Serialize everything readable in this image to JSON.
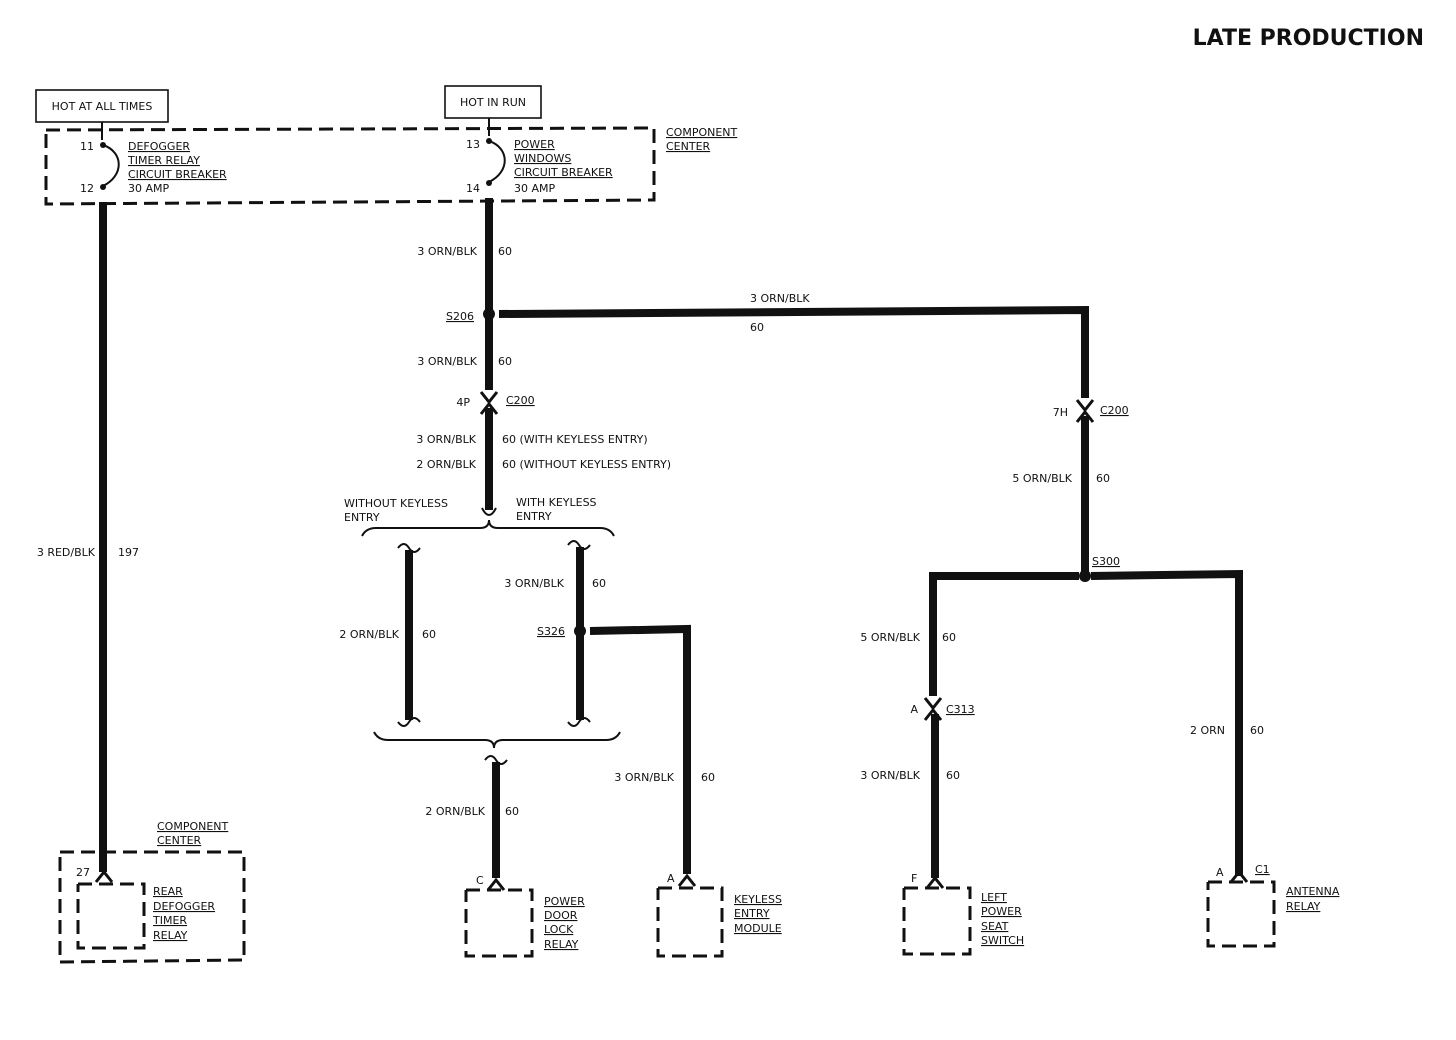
{
  "title": "LATE PRODUCTION",
  "sources": {
    "hot_at_all_times": "HOT AT ALL TIMES",
    "hot_in_run": "HOT IN RUN"
  },
  "component_center_top": {
    "label_line1": "COMPONENT",
    "label_line2": "CENTER",
    "breaker_defogger": {
      "pin_in": "11",
      "pin_out": "12",
      "lines": [
        "DEFOGGER",
        "TIMER RELAY",
        "CIRCUIT BREAKER",
        "30 AMP"
      ]
    },
    "breaker_power_windows": {
      "pin_in": "13",
      "pin_out": "14",
      "lines": [
        "POWER",
        "WINDOWS",
        "CIRCUIT BREAKER",
        "30 AMP"
      ]
    }
  },
  "wires": {
    "w_defog_gauge": "3 RED/BLK",
    "w_defog_circuit": "197",
    "w_cb_c200_gauge_a": "3 ORN/BLK",
    "w_cb_c200_circuit_a": "60",
    "w_s206_right_gauge": "3 ORN/BLK",
    "w_s206_right_circuit": "60",
    "w_s206_down_gauge": "3 ORN/BLK",
    "w_s206_down_circuit": "60",
    "w_c200_keyless_gauge": "3 ORN/BLK",
    "w_c200_keyless_circuit": "60 (WITH KEYLESS ENTRY)",
    "w_c200_nokeyless_gauge": "2 ORN/BLK",
    "w_c200_nokeyless_circuit": "60 (WITHOUT KEYLESS ENTRY)",
    "w_without_branch_gauge": "2 ORN/BLK",
    "w_without_branch_circuit": "60",
    "w_with_branch_gauge": "3 ORN/BLK",
    "w_with_branch_circuit": "60",
    "w_to_doorlock_gauge": "2 ORN/BLK",
    "w_to_doorlock_circuit": "60",
    "w_to_keyless_gauge": "3 ORN/BLK",
    "w_to_keyless_circuit": "60",
    "w_c200_right_gauge": "5 ORN/BLK",
    "w_c200_right_circuit": "60",
    "w_s300_left_gauge": "5 ORN/BLK",
    "w_s300_left_circuit": "60",
    "w_c313_seat_gauge": "3 ORN/BLK",
    "w_c313_seat_circuit": "60",
    "w_antenna_gauge": "2 ORN",
    "w_antenna_circuit": "60"
  },
  "splices": {
    "s206": "S206",
    "s326": "S326",
    "s300": "S300"
  },
  "connectors": {
    "c200_left_pin": "4P",
    "c200_left_name": "C200",
    "c200_right_pin": "7H",
    "c200_right_name": "C200",
    "c313_pin": "A",
    "c313_name": "C313"
  },
  "options": {
    "without_keyless_line1": "WITHOUT KEYLESS",
    "without_keyless_line2": "ENTRY",
    "with_keyless_line1": "WITH KEYLESS",
    "with_keyless_line2": "ENTRY"
  },
  "components": {
    "component_center_bottom_line1": "COMPONENT",
    "component_center_bottom_line2": "CENTER",
    "rear_defogger_pin": "27",
    "rear_defogger": [
      "REAR",
      "DEFOGGER",
      "TIMER",
      "RELAY"
    ],
    "power_door_lock_pin": "C",
    "power_door_lock": [
      "POWER",
      "DOOR",
      "LOCK",
      "RELAY"
    ],
    "keyless_entry_pin": "A",
    "keyless_entry": [
      "KEYLESS",
      "ENTRY",
      "MODULE"
    ],
    "left_power_seat_pin": "F",
    "left_power_seat": [
      "LEFT",
      "POWER",
      "SEAT",
      "SWITCH"
    ],
    "antenna_relay_pin": "A",
    "antenna_relay_conn": "C1",
    "antenna_relay": [
      "ANTENNA",
      "RELAY"
    ]
  }
}
